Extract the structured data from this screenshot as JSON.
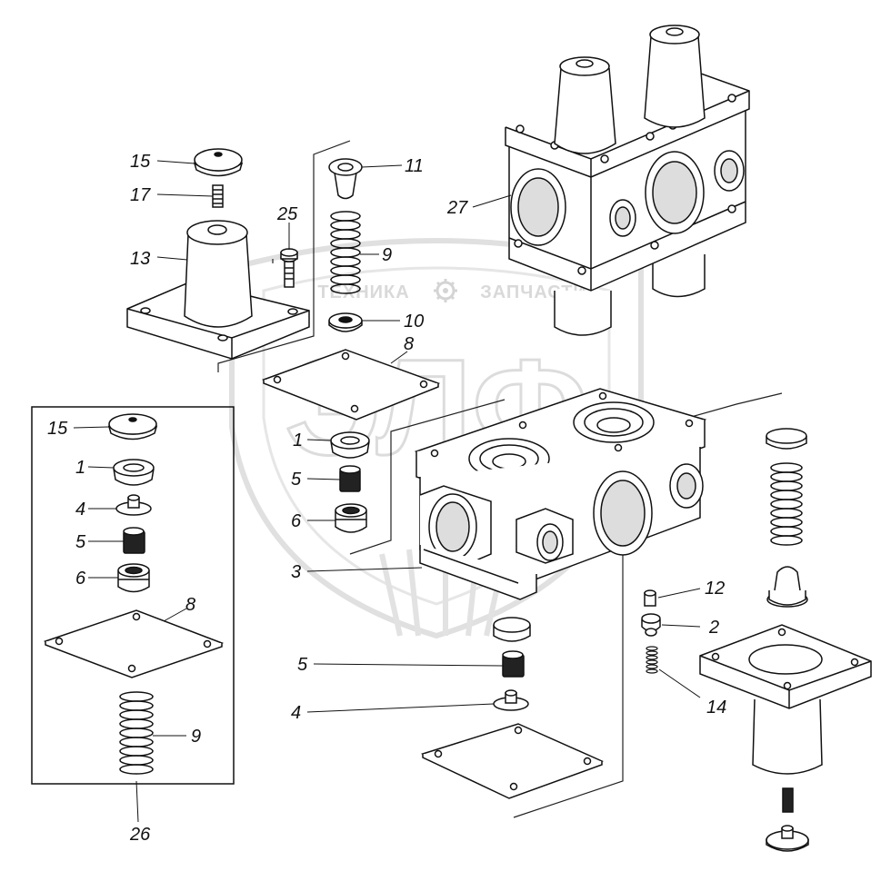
{
  "watermark": {
    "left_word": "ТЕХНИКА",
    "right_word": "ЗАПЧАСТИ",
    "logo": "ЭЛФ"
  },
  "callouts": {
    "c15_top": "15",
    "c17": "17",
    "c13": "13",
    "c25": "25",
    "c11": "11",
    "c9_mid": "9",
    "c10": "10",
    "c8_mid": "8",
    "c27": "27",
    "c15_kit": "15",
    "c1_kit": "1",
    "c4_kit": "4",
    "c5_kit": "5",
    "c6_kit": "6",
    "c8_kit": "8",
    "c9_kit": "9",
    "c26": "26",
    "c1_mid": "1",
    "c5_mid": "5",
    "c6_mid": "6",
    "c3": "3",
    "c5_low": "5",
    "c4_low": "4",
    "c12": "12",
    "c2": "2",
    "c14": "14"
  }
}
